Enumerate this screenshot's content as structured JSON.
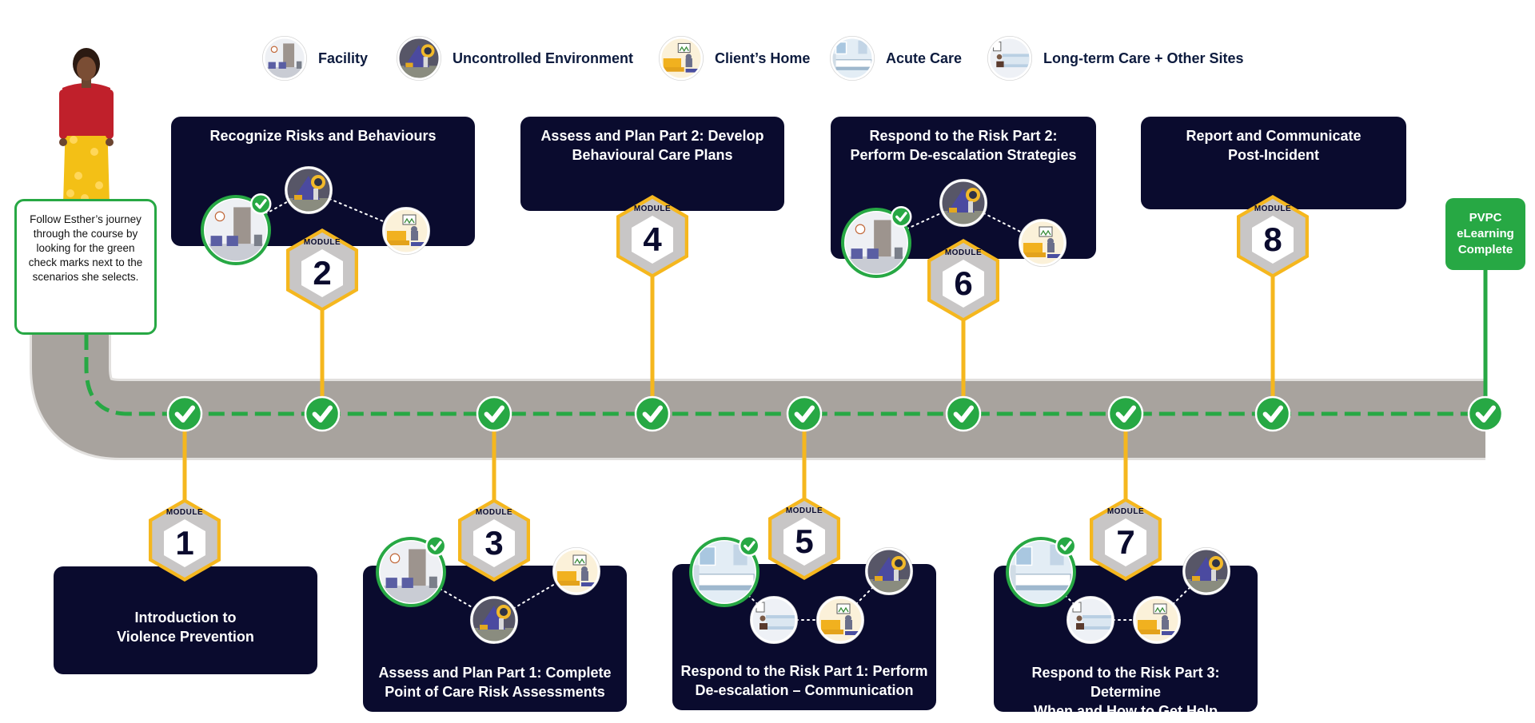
{
  "legend": [
    {
      "label": "Facility",
      "icon": "facility-icon"
    },
    {
      "label": "Uncontrolled Environment",
      "icon": "uncontrolled-environment-icon"
    },
    {
      "label": "Client’s Home",
      "icon": "clients-home-icon"
    },
    {
      "label": "Acute Care",
      "icon": "acute-care-icon"
    },
    {
      "label": "Long-term Care + Other Sites",
      "icon": "long-term-care-icon"
    }
  ],
  "intro_note": "Follow Esther’s journey through the course by looking for the green check marks next to the scenarios she selects.",
  "modules": [
    {
      "number": "1",
      "badge": "MODULE",
      "title_lines": [
        "Introduction to",
        "Violence Prevention"
      ],
      "scenarios": []
    },
    {
      "number": "2",
      "badge": "MODULE",
      "title_lines": [
        "Recognize Risks and Behaviours"
      ],
      "scenarios": [
        "facility",
        "uncontrolled",
        "home"
      ],
      "selected": "facility"
    },
    {
      "number": "3",
      "badge": "MODULE",
      "title_lines": [
        "Assess and Plan Part 1: Complete",
        "Point of Care Risk Assessments"
      ],
      "scenarios": [
        "facility",
        "uncontrolled",
        "home"
      ],
      "selected": "facility"
    },
    {
      "number": "4",
      "badge": "MODULE",
      "title_lines": [
        "Assess and Plan Part 2: Develop",
        "Behavioural Care Plans"
      ],
      "scenarios": []
    },
    {
      "number": "5",
      "badge": "MODULE",
      "title_lines": [
        "Respond to the Risk Part 1: Perform",
        "De-escalation – Communication"
      ],
      "scenarios": [
        "acute",
        "longterm",
        "home",
        "uncontrolled"
      ],
      "selected": "acute"
    },
    {
      "number": "6",
      "badge": "MODULE",
      "title_lines": [
        "Respond to the Risk Part 2:",
        "Perform De-escalation Strategies"
      ],
      "scenarios": [
        "facility",
        "uncontrolled",
        "home"
      ],
      "selected": "facility"
    },
    {
      "number": "7",
      "badge": "MODULE",
      "title_lines": [
        "Respond to the Risk Part 3: Determine",
        "When and How to Get Help"
      ],
      "scenarios": [
        "acute",
        "longterm",
        "home",
        "uncontrolled"
      ],
      "selected": "acute"
    },
    {
      "number": "8",
      "badge": "MODULE",
      "title_lines": [
        "Report and Communicate",
        "Post-Incident"
      ],
      "scenarios": []
    }
  ],
  "complete_lines": [
    "PVPC",
    "eLearning",
    "Complete"
  ],
  "colors": {
    "navy": "#0a0b2e",
    "gold": "#f5b71e",
    "green": "#27a844",
    "road": "#a8a39e",
    "hex_gray": "#c8c6c6"
  }
}
